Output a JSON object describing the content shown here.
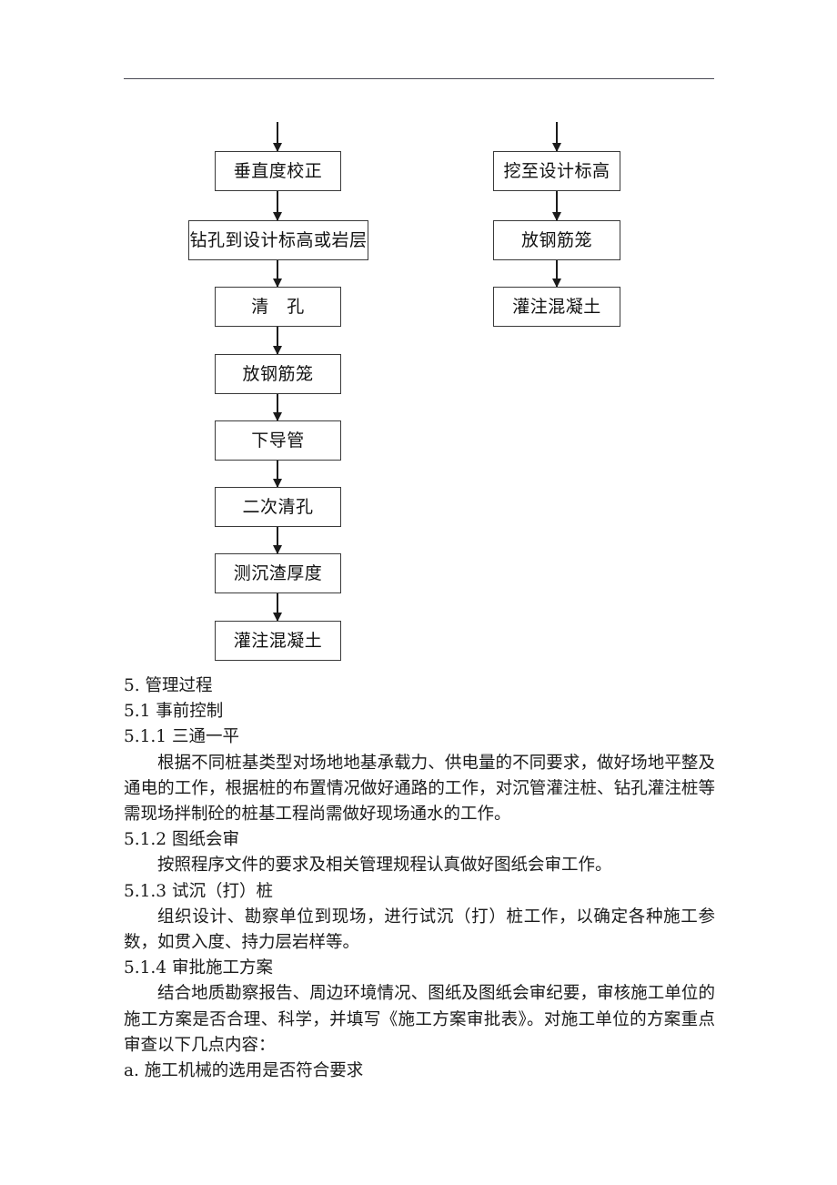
{
  "document": {
    "header_rule": true
  },
  "flowchart": {
    "left_column": [
      {
        "label": "垂直度校正",
        "width": "narrow"
      },
      {
        "label": "钻孔到设计标高或岩层",
        "width": "wide"
      },
      {
        "label": "清　孔",
        "width": "narrow"
      },
      {
        "label": "放钢筋笼",
        "width": "narrow"
      },
      {
        "label": "下导管",
        "width": "narrow"
      },
      {
        "label": "二次清孔",
        "width": "narrow"
      },
      {
        "label": "测沉渣厚度",
        "width": "narrow"
      },
      {
        "label": "灌注混凝土",
        "width": "narrow"
      }
    ],
    "right_column": [
      {
        "label": "挖至设计标高",
        "width": "narrow"
      },
      {
        "label": "放钢筋笼",
        "width": "narrow"
      },
      {
        "label": "灌注混凝土",
        "width": "narrow"
      }
    ]
  },
  "content": {
    "sections": [
      {
        "type": "heading",
        "text": "5. 管理过程"
      },
      {
        "type": "heading",
        "text": "5.1  事前控制"
      },
      {
        "type": "heading",
        "text": "5.1.1  三通一平"
      },
      {
        "type": "paragraph",
        "text": "根据不同桩基类型对场地地基承载力、供电量的不同要求，做好场地平整及通电的工作，根据桩的布置情况做好通路的工作，对沉管灌注桩、钻孔灌注桩等需现场拌制砼的桩基工程尚需做好现场通水的工作。"
      },
      {
        "type": "heading",
        "text": "5.1.2  图纸会审"
      },
      {
        "type": "paragraph",
        "text": "按照程序文件的要求及相关管理规程认真做好图纸会审工作。"
      },
      {
        "type": "heading",
        "text": "5.1.3  试沉（打）桩"
      },
      {
        "type": "paragraph",
        "text": "组织设计、勘察单位到现场，进行试沉（打）桩工作，以确定各种施工参数，如贯入度、持力层岩样等。"
      },
      {
        "type": "heading",
        "text": "5.1.4  审批施工方案"
      },
      {
        "type": "paragraph",
        "text": "结合地质勘察报告、周边环境情况、图纸及图纸会审纪要，审核施工单位的施工方案是否合理、科学，并填写《施工方案审批表》。对施工单位的方案重点审查以下几点内容："
      },
      {
        "type": "list_item",
        "text": "a.  施工机械的选用是否符合要求"
      }
    ]
  }
}
